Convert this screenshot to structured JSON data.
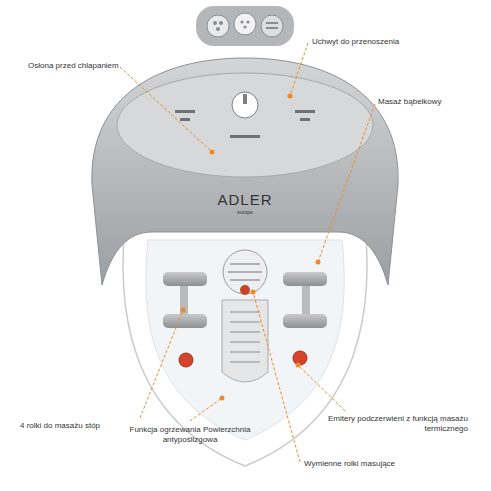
{
  "diagram": {
    "labels": [
      "Osłona przed chlapaniem",
      "Uchwyt do przenoszenia",
      "Masaż bąbelkowy",
      "ADLER",
      "europe",
      "4 rolki do masażu stóp",
      "Funkcja ogrzewania Powierzchnia antypoślizgowa",
      "Emitery podczerwieni z funkcją masażu termicznego",
      "Wymienne rolki masujące"
    ]
  }
}
